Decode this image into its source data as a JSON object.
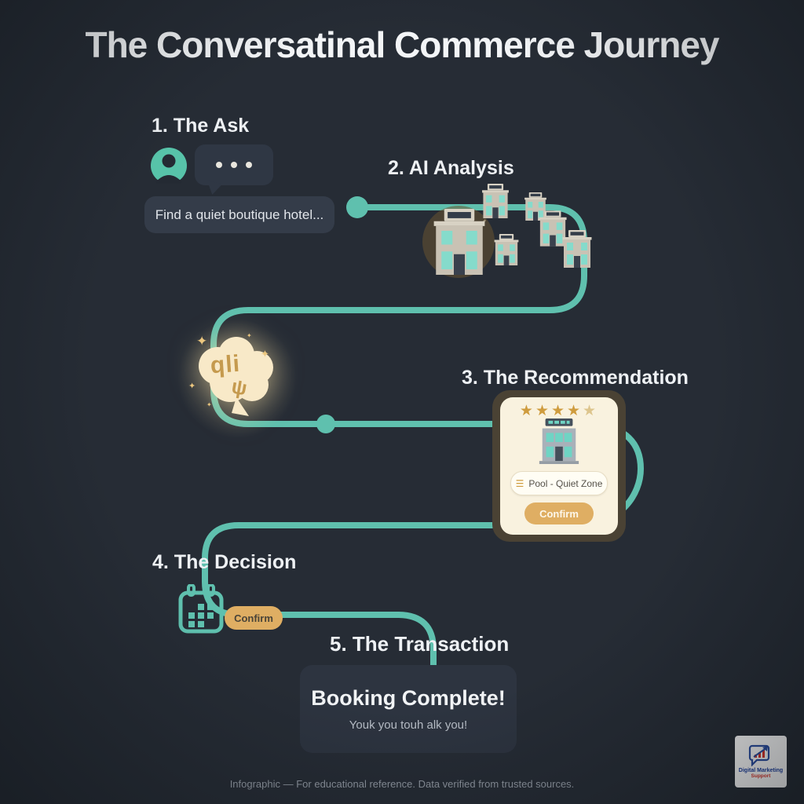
{
  "title": "The Conversatinal Commerce Journey",
  "steps": {
    "ask": {
      "heading": "1. The Ask",
      "message": "Find a quiet boutique hotel..."
    },
    "analysis": {
      "heading": "2. AI Analysis"
    },
    "recommendation": {
      "heading": "3. The Recommendation",
      "stars_full": "★★★★",
      "star_faded": "★",
      "amenity": "Pool - Quiet Zone",
      "amenity_icon": "☰",
      "confirm_label": "Confirm"
    },
    "decision": {
      "heading": "4. The Decision",
      "confirm_label": "Confirm"
    },
    "transaction": {
      "heading": "5. The Transaction",
      "status": "Booking Complete!",
      "subtext": "Youk you touh alk you!"
    }
  },
  "brain": {
    "glyph_top": "qli",
    "glyph_bottom": "ψ"
  },
  "sparkle_glyph": "✦",
  "footer": {
    "note": "Infographic — For educational reference. Data verified from trusted sources."
  },
  "logo": {
    "line1": "Digital Marketing",
    "line2": "Support"
  },
  "colors": {
    "background": "#262c35",
    "path_teal": "#5fc0ae",
    "gold": "#dfae63",
    "cream_card": "#f9f2df",
    "card_frame": "#4a4234",
    "text_white": "#eef1f4"
  }
}
